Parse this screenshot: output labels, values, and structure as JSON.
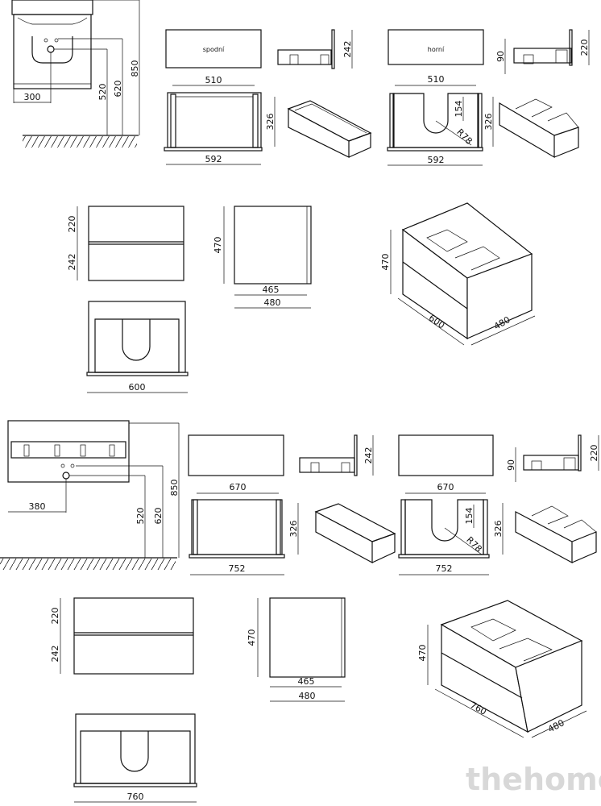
{
  "drawing_600": {
    "front": {
      "width_offset": "300",
      "h_520": "520",
      "h_620": "620",
      "h_850": "850"
    },
    "drawer_bottom": {
      "label": "spodní",
      "depth": "242",
      "inner_width": "510",
      "height": "326",
      "width": "592"
    },
    "drawer_top": {
      "label": "horní",
      "h_90": "90",
      "depth": "220",
      "inner_width": "510",
      "cutout": "154",
      "radius": "R78",
      "height": "326",
      "width": "592"
    },
    "fronts": {
      "top": "220",
      "bottom": "242"
    },
    "side": {
      "height": "470",
      "inner_depth": "465",
      "depth": "480"
    },
    "back": {
      "width": "600"
    },
    "iso": {
      "height": "470",
      "width": "600",
      "depth": "480"
    }
  },
  "drawing_760": {
    "front": {
      "width_offset": "380",
      "h_520": "520",
      "h_620": "620",
      "h_850": "850"
    },
    "drawer_bottom": {
      "depth": "242",
      "inner_width": "670",
      "height": "326",
      "width": "752"
    },
    "drawer_top": {
      "h_90": "90",
      "depth": "220",
      "inner_width": "670",
      "cutout": "154",
      "radius": "R78",
      "height": "326",
      "width": "752"
    },
    "fronts": {
      "top": "220",
      "bottom": "242"
    },
    "side": {
      "height": "470",
      "inner_depth": "465",
      "depth": "480"
    },
    "back": {
      "width": "760"
    },
    "iso": {
      "height": "470",
      "width": "760",
      "depth": "480"
    }
  },
  "watermark": "thehome"
}
